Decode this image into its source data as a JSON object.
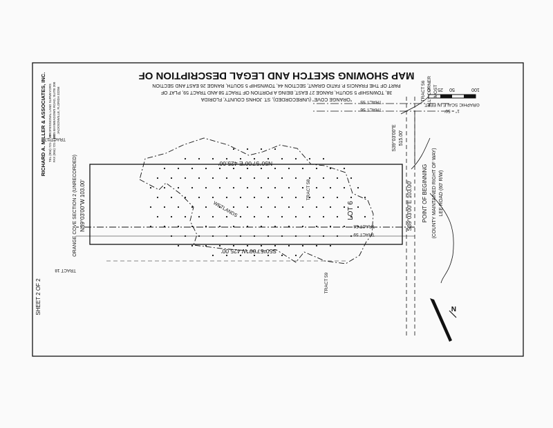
{
  "title": "MAP SHOWING SKETCH AND LEGAL DESCRIPTION OF",
  "description": [
    "PART OF THE FRANCIS P. FATIO GRANT, SECTION 44, TOWNSHIP 5 SOUTH, RANGE 26 EAST AND SECTION",
    "38, TOWNSHIP 5 SOUTH, RANGE 27 EAST, BEING A PORTION OF TRACT 58 AND TRACT 59, PLAT OF",
    "\"ORANGE COVE\" (UNRECORDED), ST. JOHNS COUNTY, FLORIDA"
  ],
  "scale": {
    "ticks": [
      "0",
      "25",
      "50",
      "100"
    ],
    "caption": "GRAPHIC SCALE IN FEET",
    "ratio": "1\" = 50'"
  },
  "labels": {
    "tract55": "TRACT 55",
    "tract56": "TRACT 56",
    "tract58": "TRACT 58",
    "tract59": "TRACT 59",
    "tract17": "TRACT 17",
    "tract18": "TRACT 18",
    "tract58_area": "TRACT 58",
    "tract59_area": "TRACT 59",
    "lot": "LOT 6",
    "wetlands": "WETLANDS",
    "road_name": "LEE ROAD (60' R/W)",
    "road_note": "(COUNTY MAINTAINED RIGHT OF WAY)",
    "pob": "POINT OF BEGINNING",
    "corner_line1": "MOST",
    "corner_line2": "N.LY CORNER",
    "corner_line3": "TRACT 56",
    "subdivision": "ORANGE COVE SECTION 2 (UNRECORDED)"
  },
  "bearings": {
    "top": "N50°57'00\"E  425.00'",
    "bottom": "S50°57'00\"W  425.00'",
    "west": "N39°03'00\"W  103.00'",
    "east": "S39°03'00\"E  103.00'",
    "tie_bearing": "S39°03'00\"E",
    "tie_distance": "515.00'"
  },
  "firm": {
    "name": "RICHARD A. MILLER & ASSOCIATES, INC.",
    "lines": [
      "PROFESSIONAL LAND SURVEYORS",
      "9725 BAYMEADOWS ROAD, SUITE 200",
      "JACKSONVILLE, FLORIDA 32256"
    ],
    "phone": "TEL (904) 721-3746",
    "fax": "FAX (904) 721-1295"
  },
  "sheet": "SHEET 2 OF 2"
}
